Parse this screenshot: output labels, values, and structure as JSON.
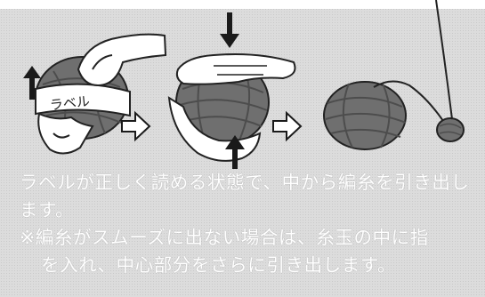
{
  "instructions": {
    "main_text": "ラベルが正しく読める状態で、中から編糸を引き出します。",
    "note_line1": "※編糸がスムーズに出ない場合は、糸玉の中に指",
    "note_line2": "を入れ、中心部分をさらに引き出します。"
  },
  "illustration": {
    "label_text": "ラベル"
  }
}
